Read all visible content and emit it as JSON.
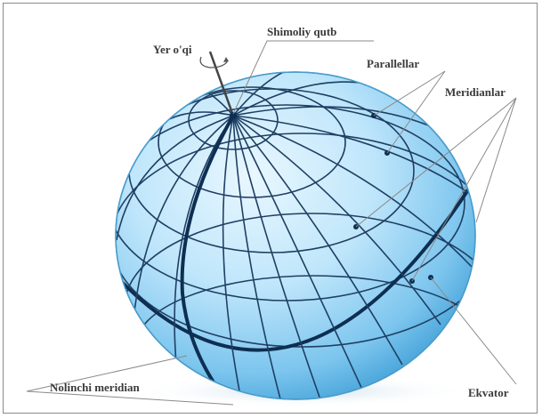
{
  "labels": {
    "axis": "Yer o'qi",
    "north_pole": "Shimoliy qutb",
    "parallels": "Parallellar",
    "meridians": "Meridianlar",
    "prime_meridian": "Nolinchi meridian",
    "equator": "Ekvator"
  },
  "colors": {
    "globe_light": "#e9f7ff",
    "globe_mid": "#9fd8f7",
    "globe_dark": "#3f9fd6",
    "grid_line": "#1f3f63",
    "leader_line": "#8a8a8a"
  }
}
